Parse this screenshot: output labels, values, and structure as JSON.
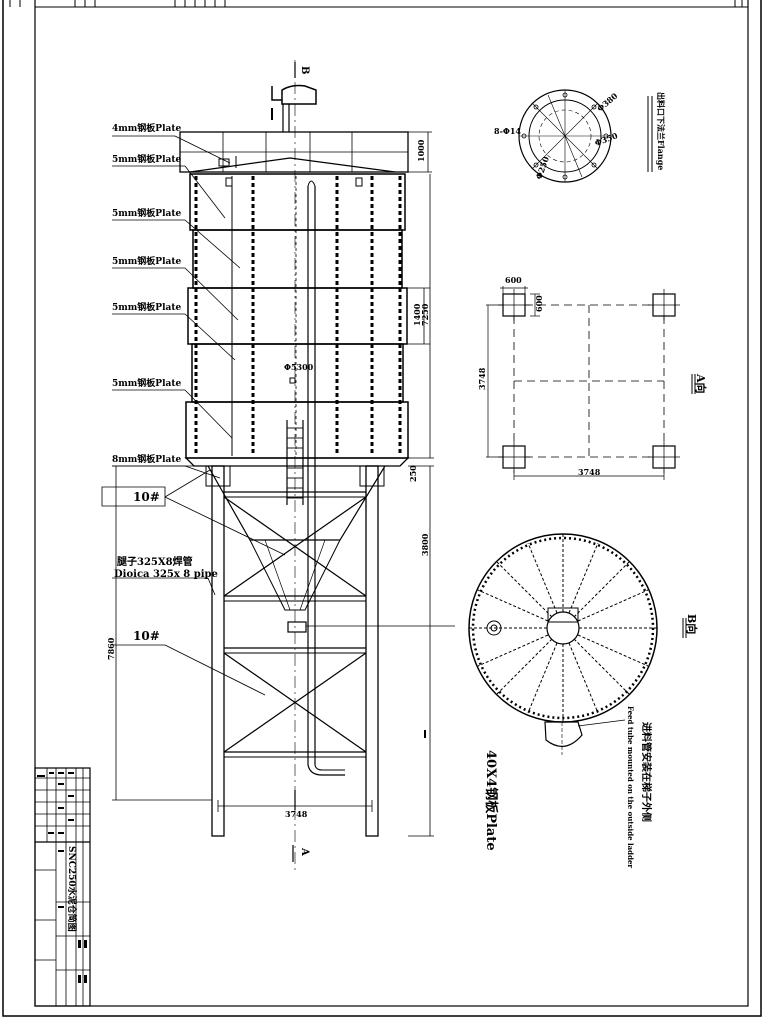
{
  "silo_labels": {
    "plate_top": "4mm钢板Plate",
    "plate_1": "5mm钢板Plate",
    "plate_2": "5mm钢板Plate",
    "plate_3": "5mm钢板Plate",
    "plate_4": "5mm钢板Plate",
    "plate_5": "5mm钢板Plate",
    "plate_bottom": "8mm钢板Plate",
    "beam_upper": "10#",
    "beam_lower": "10#",
    "leg_cn": "腿子325X8焊管",
    "leg_en": "Dioica 325x 8 pipe",
    "diameter": "Φ5300"
  },
  "dimensions": {
    "top_1000": "1000",
    "d_1400": "1400",
    "d_7250": "7250",
    "d_250": "250",
    "d_3800": "3800",
    "d_7860": "7860",
    "width_3748": "3748"
  },
  "section_marks": {
    "b_top": "B",
    "a_bottom": "A",
    "a_view": "A向",
    "b_view": "B向"
  },
  "flange": {
    "title": "出料口下法兰Flange",
    "holes": "8-Φ14",
    "d380": "Φ380",
    "d350": "Φ350",
    "d250": "Φ250"
  },
  "foundation": {
    "d600a": "600",
    "d600b": "600",
    "d3748_side": "3748",
    "d3748_bottom": "3748"
  },
  "top_view": {
    "feed_cn": "进料管安装在梯子外侧",
    "feed_en": "Feed tube mounted on the outside ladder",
    "plate": "40X4钢板Plate"
  },
  "title_block": {
    "drawing_name": "SNC250水泥仓简图"
  }
}
